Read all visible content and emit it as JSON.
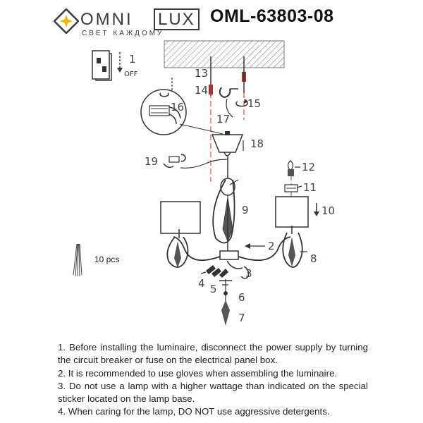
{
  "brand": {
    "name_part1": "OMNI",
    "name_part2": "LUX",
    "tagline": "СВЕТ КАЖДОМУ",
    "colors": {
      "star": "#f2b705",
      "text": "#3a3a3a"
    }
  },
  "model": "OML-63803-08",
  "switch_state": "OFF",
  "parts": [
    "1",
    "2",
    "3",
    "4",
    "5",
    "6",
    "7",
    "8",
    "9",
    "10",
    "11",
    "12",
    "13",
    "14",
    "15",
    "16",
    "17",
    "18",
    "19"
  ],
  "accessory_count": "10 pcs",
  "notes": [
    "1. Before installing the luminaire, disconnect the power supply by turning the circuit breaker or fuse on the electrical panel box.",
    "2. It is recommended to use gloves when assembling the luminaire.",
    "3. Do not use a lamp with a higher wattage than indicated on the special sticker located on the lamp base.",
    "4. When caring for the lamp, DO NOT use aggressive detergents."
  ]
}
